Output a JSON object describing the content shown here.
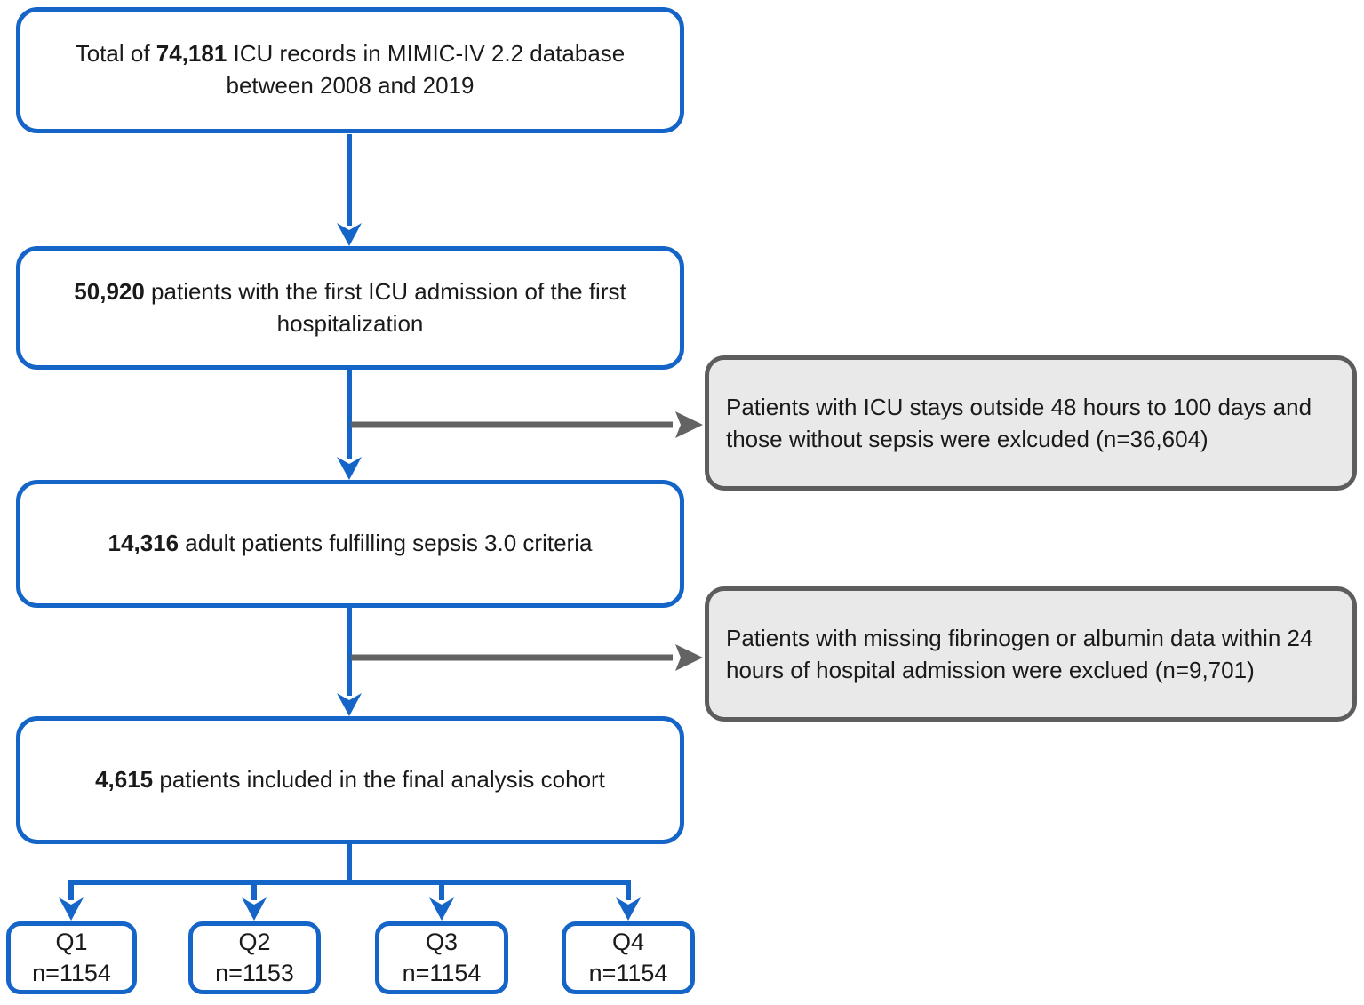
{
  "colors": {
    "accent_blue": "#1565c9",
    "exclusion_border": "#5d5d5d",
    "exclusion_fill": "#e9e9e9",
    "connector_gray": "#636363",
    "text_color": "#1a1a1a"
  },
  "flow_boxes": [
    {
      "prefix": "Total of ",
      "count": "74,181",
      "suffix": " ICU records in MIMIC-IV 2.2 database between 2008 and 2019"
    },
    {
      "prefix": "",
      "count": "50,920",
      "suffix": " patients with the first ICU admission of the first hospitalization"
    },
    {
      "prefix": "",
      "count": "14,316",
      "suffix": " adult patients fulfilling sepsis 3.0 criteria"
    },
    {
      "prefix": "",
      "count": "4,615",
      "suffix": " patients included in the final analysis cohort"
    }
  ],
  "exclusion_boxes": [
    {
      "text": "Patients with ICU stays outside 48 hours to 100 days and those without sepsis were exlcuded (n=36,604)"
    },
    {
      "text": "Patients with missing fibrinogen or albumin data within 24 hours of hospital admission were exclued (n=9,701)"
    }
  ],
  "quartiles": [
    {
      "label": "Q1",
      "n": "n=1154"
    },
    {
      "label": "Q2",
      "n": "n=1153"
    },
    {
      "label": "Q3",
      "n": "n=1154"
    },
    {
      "label": "Q4",
      "n": "n=1154"
    }
  ]
}
